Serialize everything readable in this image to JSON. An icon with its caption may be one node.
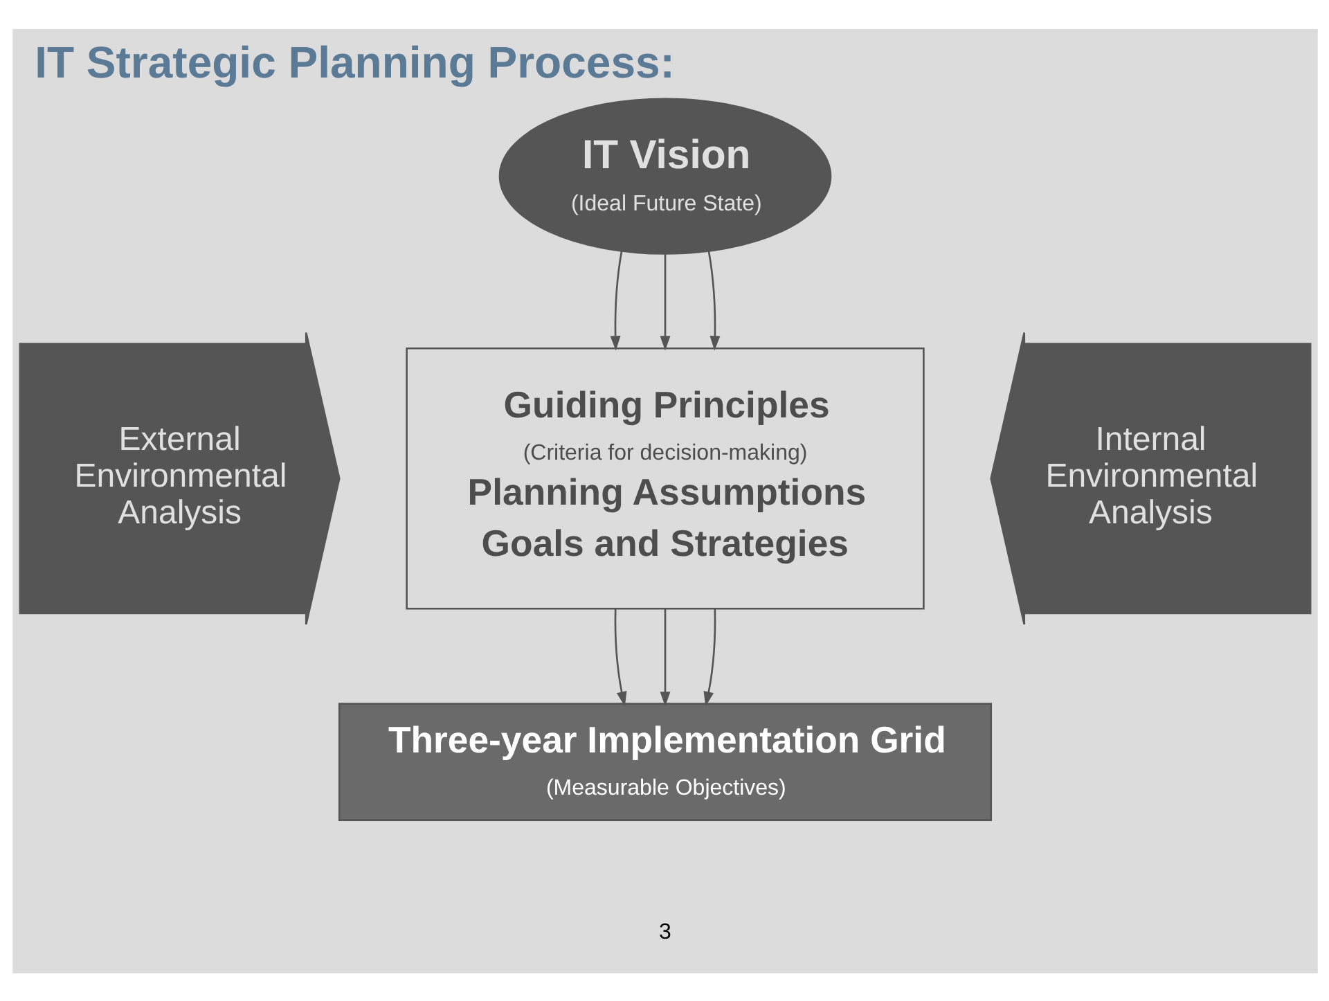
{
  "diagram": {
    "title": "IT Strategic Planning Process:",
    "nodes": [
      {
        "text": [
          "IT Vision",
          "(Ideal Future State)"
        ]
      },
      {
        "text": [
          "External Environmental Analysis"
        ]
      },
      {
        "text": [
          "Guiding Principles",
          "(Criteria for decision-making)",
          "Planning Assumptions",
          "Goals and Strategies"
        ]
      },
      {
        "text": [
          "Internal Environmental Analysis"
        ]
      },
      {
        "text": [
          "Three-year Implementation Grid",
          "(Measurable Objectives)"
        ]
      }
    ],
    "edges": [
      {
        "from": 0,
        "to": 2,
        "arrow": "to"
      },
      {
        "from": 0,
        "to": 2,
        "arrow": "to"
      },
      {
        "from": 0,
        "to": 2,
        "arrow": "to"
      },
      {
        "from": 2,
        "to": 4,
        "arrow": "to"
      },
      {
        "from": 2,
        "to": 4,
        "arrow": "to"
      },
      {
        "from": 2,
        "to": 4,
        "arrow": "to"
      }
    ],
    "labels": [
      "3"
    ]
  }
}
